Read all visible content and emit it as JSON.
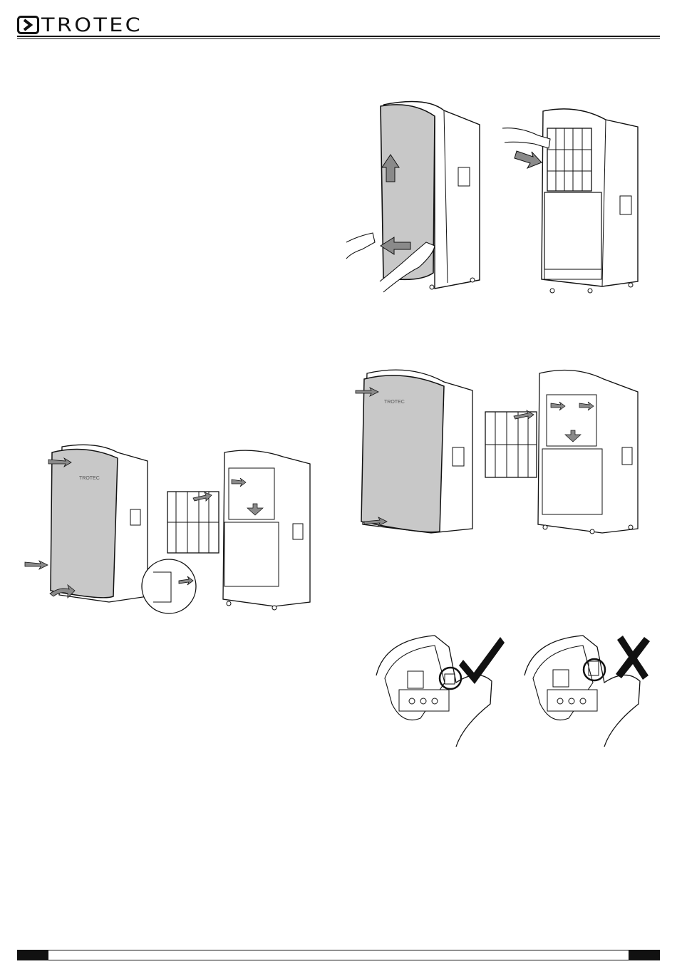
{
  "header": {
    "brand": "TROTEC",
    "logo_icon": "chevron-right-box-icon"
  },
  "figures": [
    {
      "name": "front-panel-removal-illustration",
      "description_icon": "dehumidifier-icon"
    },
    {
      "name": "filter-removal-illustration",
      "description_icon": "air-filter-icon"
    },
    {
      "name": "front-cover-and-filter-exploded-illustration",
      "description_icon": "dehumidifier-icon"
    },
    {
      "name": "front-cover-and-filter-exploded-illustration-right",
      "description_icon": "dehumidifier-icon"
    },
    {
      "name": "float-position-correct-illustration",
      "description_icon": "check-icon"
    },
    {
      "name": "float-position-incorrect-illustration",
      "description_icon": "cross-icon"
    }
  ],
  "product_label": "TROTEC",
  "footer": {
    "text": ""
  },
  "colors": {
    "ink": "#111111",
    "panel_grey": "#c8c8c8",
    "arrow_grey": "#8a8a8a"
  }
}
